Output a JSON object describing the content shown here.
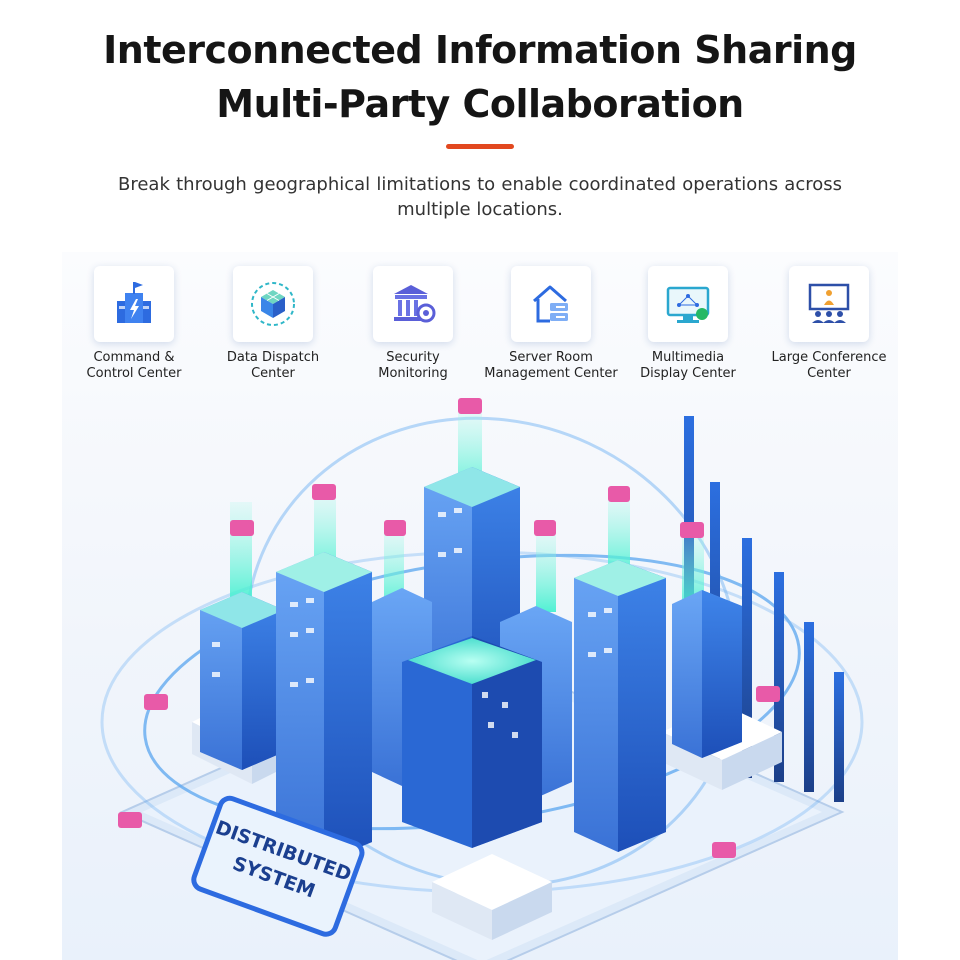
{
  "header": {
    "title_line1": "Interconnected Information Sharing",
    "title_line2": "Multi-Party Collaboration",
    "subtitle": "Break through geographical limitations to enable coordinated operations across multiple locations.",
    "accent_color": "#e2481f"
  },
  "features": [
    {
      "label": "Command &\nControl Center",
      "icon": "command-building-icon"
    },
    {
      "label": "Data Dispatch\nCenter",
      "icon": "data-cube-icon"
    },
    {
      "label": "Security\nMonitoring",
      "icon": "security-camera-icon"
    },
    {
      "label": "Server Room\nManagement Center",
      "icon": "server-house-icon"
    },
    {
      "label": "Multimedia\nDisplay Center",
      "icon": "display-screen-icon"
    },
    {
      "label": "Large Conference\nCenter",
      "icon": "conference-icon"
    }
  ],
  "illustration": {
    "sign_line1": "DISTRIBUTED",
    "sign_line2": "SYSTEM",
    "colors": {
      "building": "#2f6fd8",
      "glow": "#5ff0d6",
      "node": "#e85aa8",
      "orbit": "#5aa6f0"
    }
  }
}
